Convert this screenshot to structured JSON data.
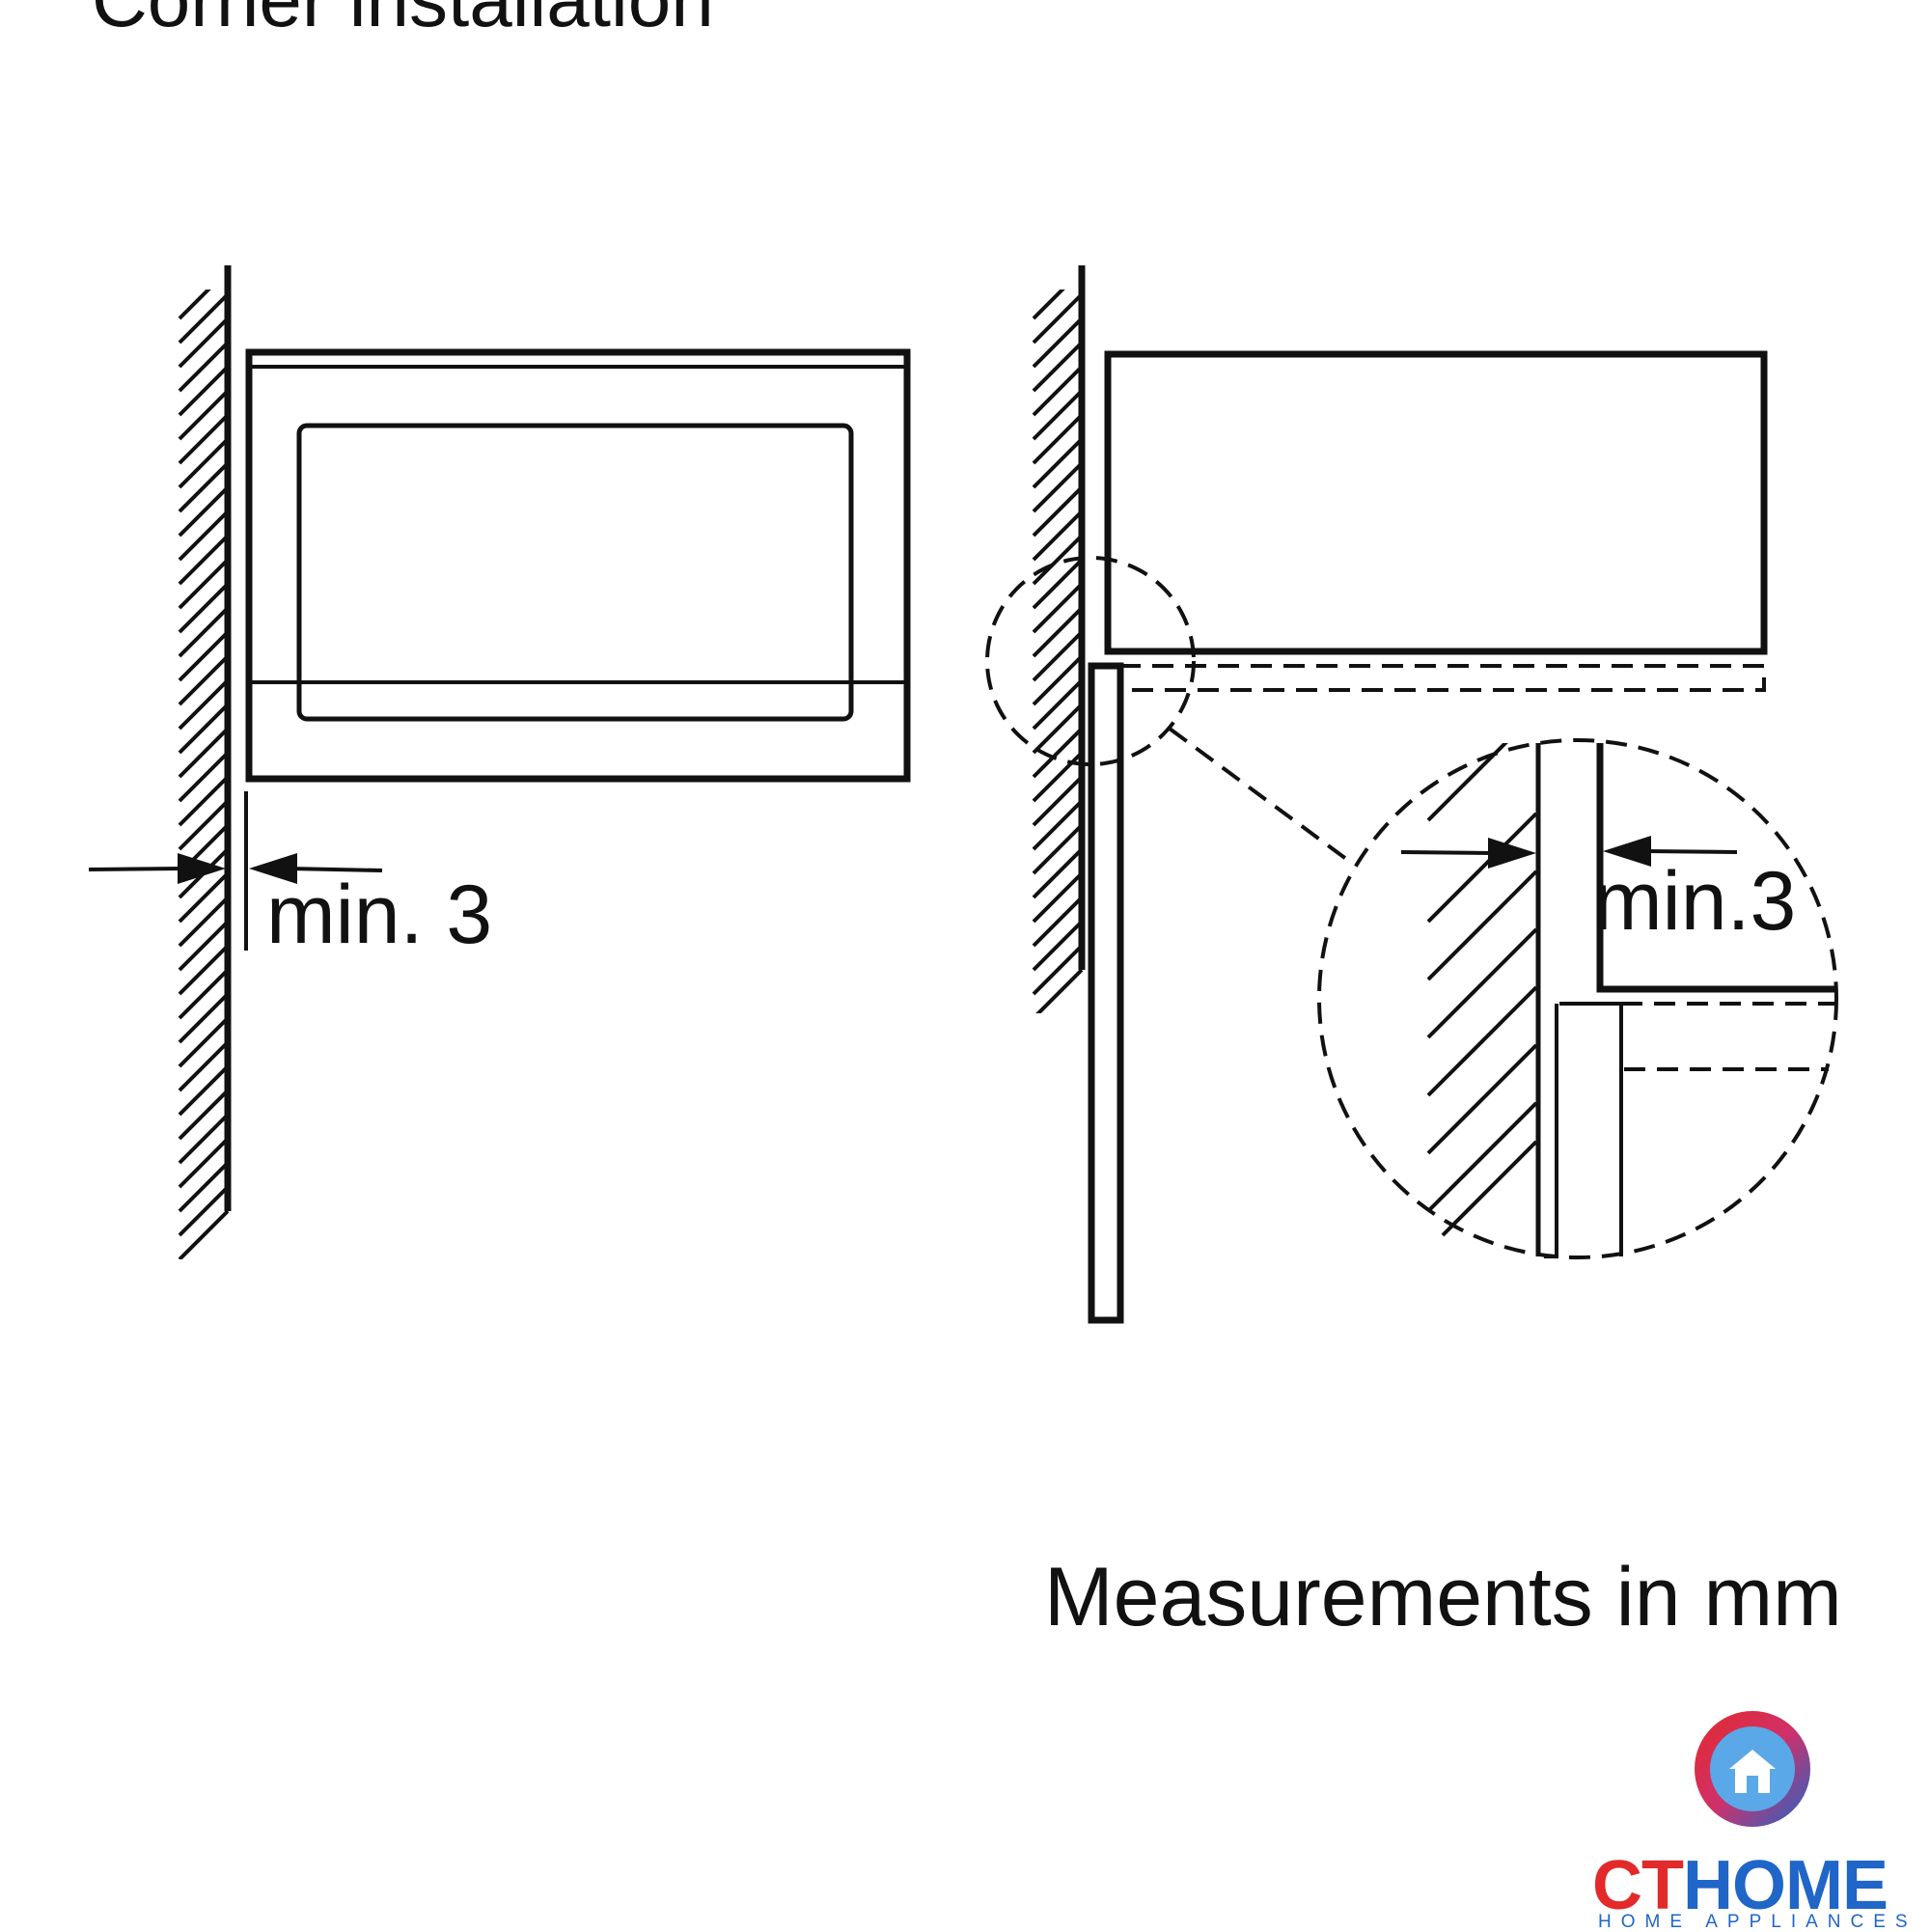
{
  "title": "Corner installation",
  "labels": {
    "left_clearance": "min. 3",
    "right_clearance": "min.3",
    "units_note": "Measurements in mm"
  },
  "logo": {
    "brand_red": "CT",
    "brand_blue": "HOME",
    "tagline": "HOME APPLIANCES",
    "color_red": "#e32a2a",
    "color_blue": "#1f66c8",
    "icon": "house-logo-icon"
  }
}
